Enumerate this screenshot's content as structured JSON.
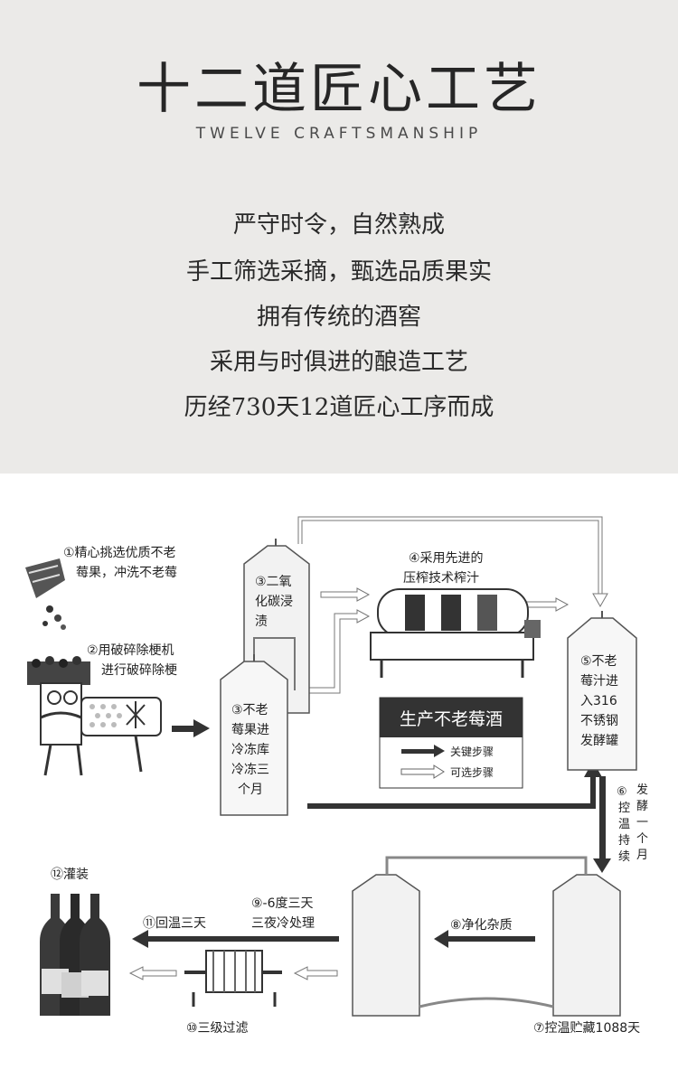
{
  "header": {
    "title": "十二道匠心工艺",
    "subtitle": "TWELVE CRAFTSMANSHIP",
    "lines": [
      "严守时令，自然熟成",
      "手工筛选采摘，甄选品质果实",
      "拥有传统的酒窖",
      "采用与时俱进的酿造工艺",
      "历经730天12道匠心工序而成"
    ]
  },
  "diagram": {
    "center_box": {
      "title": "生产不老莓酒",
      "legend_key": "关键步骤",
      "legend_optional": "可选步骤"
    },
    "steps": {
      "s1_a": "①精心挑选优质不老",
      "s1_b": "莓果，冲洗不老莓",
      "s2_a": "②用破碎除梗机",
      "s2_b": "进行破碎除梗",
      "s3b_a": "③二氧",
      "s3b_b": "化碳浸",
      "s3b_c": "渍",
      "s3_a": "③不老",
      "s3_b": "莓果进",
      "s3_c": "冷冻库",
      "s3_d": "冷冻三",
      "s3_e": "个月",
      "s4_a": "④采用先进的",
      "s4_b": "压榨技术榨汁",
      "s5_a": "⑤不老",
      "s5_b": "莓汁进",
      "s5_c": "入316",
      "s5_d": "不锈钢",
      "s5_e": "发酵罐",
      "s6_a": [
        "⑥",
        "控",
        "温",
        "持",
        "续"
      ],
      "s6_b": [
        "发",
        "酵",
        "一",
        "个",
        "月"
      ],
      "s7": "⑦控温贮藏1088天",
      "s8": "⑧净化杂质",
      "s9_a": "⑨-6度三天",
      "s9_b": "三夜冷处理",
      "s10": "⑩三级过滤",
      "s11": "⑪回温三天",
      "s12": "⑫灌装"
    }
  },
  "colors": {
    "header_bg": "#ebeae8",
    "center_box_bg": "#333333",
    "key_arrow": "#333333"
  }
}
